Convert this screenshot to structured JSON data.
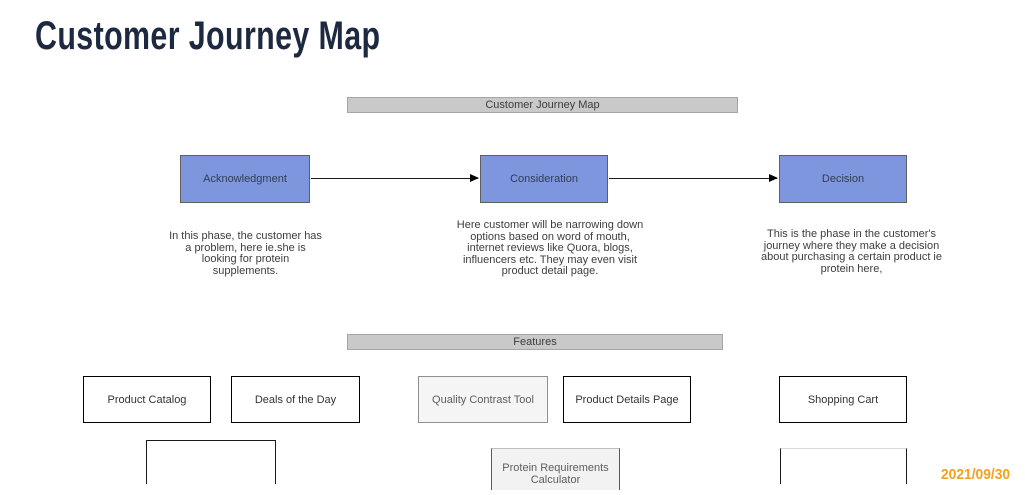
{
  "slide": {
    "title": "Customer Journey Map",
    "date": "2021/09/30"
  },
  "diagram": {
    "journey_banner": "Customer Journey Map",
    "features_banner": "Features",
    "stages": [
      {
        "label": "Acknowledgment",
        "description": "In this phase, the customer has a problem, here ie.she is looking for protein supplements."
      },
      {
        "label": "Consideration",
        "description": "Here customer will be narrowing down options based on word of mouth, internet reviews like Quora, blogs, influencers etc.  They may even visit product detail page."
      },
      {
        "label": "Decision",
        "description": "This is the phase in the customer's journey where they make a decision about purchasing a certain product ie protein here,"
      }
    ],
    "features": [
      "Product Catalog",
      "Deals of the Day",
      "Quality Contrast Tool",
      "Product Details Page",
      "Shopping Cart"
    ],
    "bottom_feature": "Protein Requirements Calculator"
  },
  "colors": {
    "stage_fill": "#7d96dd",
    "stage_border": "#5f5f5f",
    "banner_fill": "#c9c9c9",
    "title_navy": "#1d2940",
    "date_orange": "#f5a01e"
  }
}
